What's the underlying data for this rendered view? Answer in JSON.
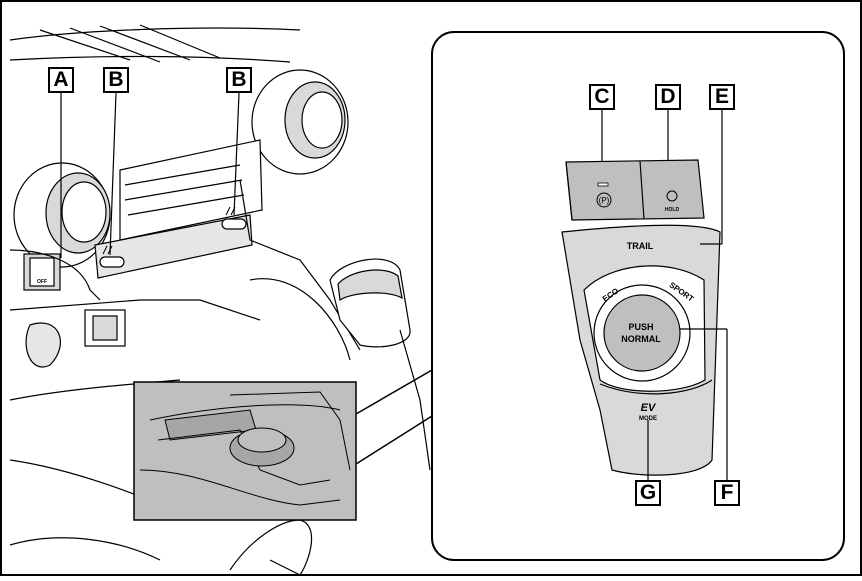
{
  "callouts": {
    "A": "A",
    "B_left": "B",
    "B_right": "B",
    "C": "C",
    "D": "D",
    "E": "E",
    "F": "F",
    "G": "G"
  },
  "switch_labels": {
    "trail": "TRAIL",
    "eco": "ECO",
    "sport": "SPORT",
    "push": "PUSH",
    "normal": "NORMAL",
    "ev": "EV",
    "mode": "MODE",
    "parking": "(P)",
    "hold": "HOLD",
    "off": "OFF"
  },
  "colors": {
    "outline": "#000000",
    "panel_gray": "#d9d9d9",
    "dark_gray": "#a6a6a6",
    "inset_gray": "#bfbfbf"
  }
}
